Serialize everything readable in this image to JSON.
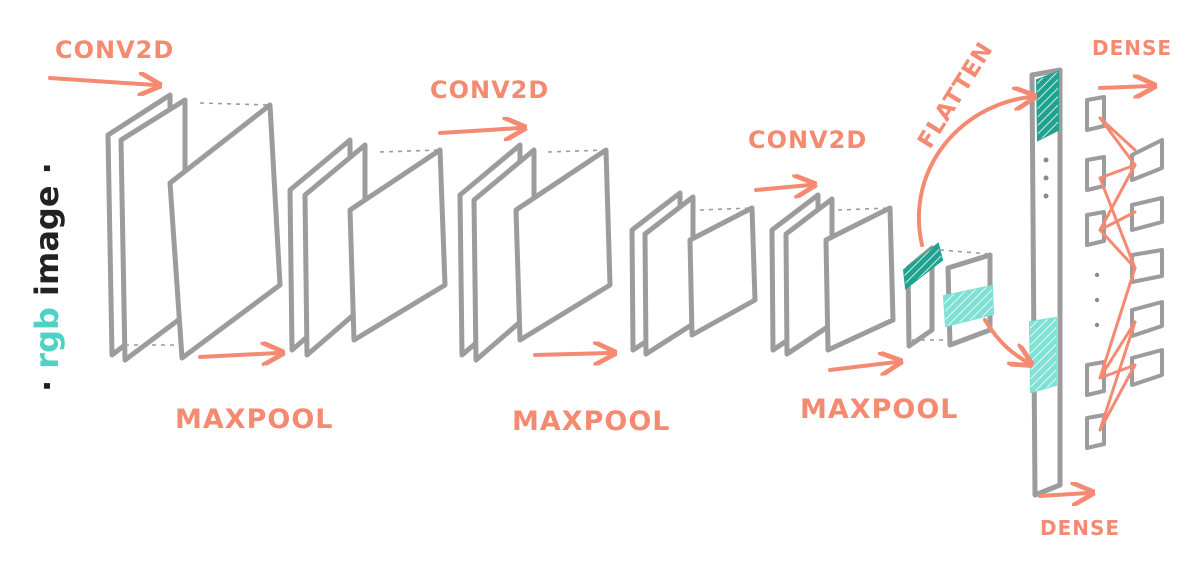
{
  "diagram": {
    "input_label": {
      "rgb": "rgb",
      "image": "image",
      "colors": {
        "rgb": "#4fd1c5",
        "image": "#222222"
      }
    },
    "labels": {
      "conv2d_1": "CONV2D",
      "conv2d_2": "CONV2D",
      "conv2d_3": "CONV2D",
      "maxpool_1": "MAXPOOL",
      "maxpool_2": "MAXPOOL",
      "maxpool_3": "MAXPOOL",
      "flatten": "FLATTEN",
      "dense_1": "DENSE",
      "dense_2": "DENSE"
    },
    "colors": {
      "accent": "#f58a72",
      "frame": "#9c9c9c",
      "teal_dark": "#1fa38f",
      "teal_light": "#7fe0d4"
    }
  }
}
